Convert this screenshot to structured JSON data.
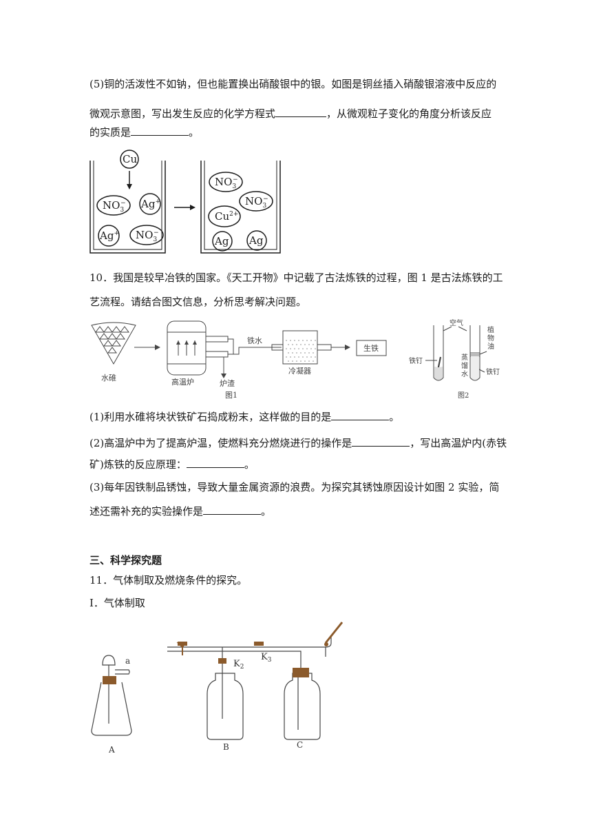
{
  "q9_5": {
    "line1": "(5)铜的活泼性不如钠，但也能置换出硝酸银中的银。如图是铜丝插入硝酸银溶液中反应的",
    "line2a": "微观示意图，写出发生反应的化学方程式",
    "line2b": "，从微观粒子变化的角度分析该反应",
    "line3a": "的实质是",
    "line3b": "。",
    "fig": {
      "cu": "Cu",
      "ag": "Ag",
      "no3": "NO",
      "no3_sub": "3",
      "charge_minus": "−",
      "charge_plus": "+",
      "cu2": "2+"
    }
  },
  "q10": {
    "intro1": "10．我国是较早冶铁的国家。《天工开物》中记载了古法炼铁的过程，图 1 是古法炼铁的工",
    "intro2": "艺流程。请结合图文信息，分析思考解决问题。",
    "fig1": {
      "shuidui": "水碓",
      "gaolu": "高温炉",
      "luzha": "炉渣",
      "tieshui": "铁水",
      "lengningqi": "冷凝器",
      "shengtie": "生铁",
      "caption": "图1"
    },
    "fig2": {
      "air": "空气",
      "oil": [
        "植",
        "物",
        "油"
      ],
      "water": [
        "蒸",
        "馏",
        "水"
      ],
      "nail_left": "铁钉",
      "nail_right": "铁钉",
      "caption": "图2"
    },
    "sub1a": "(1)利用水碓将块状铁矿石捣成粉末，这样做的目的是",
    "sub1b": "。",
    "sub2a": "(2)高温炉中为了提高炉温，使燃料充分燃烧进行的操作是",
    "sub2b": "，写出高温炉内(赤铁",
    "sub2c": "矿)炼铁的反应原理：",
    "sub2d": "。",
    "sub3a": "(3)每年因铁制品锈蚀，导致大量金属资源的浪费。为探究其锈蚀原因设计如图 2 实验，简",
    "sub3b": "述还需补充的实验操作是",
    "sub3c": "。"
  },
  "section3": {
    "heading": "三、科学探究题",
    "q11": "11．气体制取及燃烧条件的探究。",
    "part1": "Ⅰ．气体制取",
    "fig": {
      "a": "a",
      "A": "A",
      "B": "B",
      "C": "C",
      "K": "K",
      "k2": "2",
      "k3": "3"
    }
  }
}
